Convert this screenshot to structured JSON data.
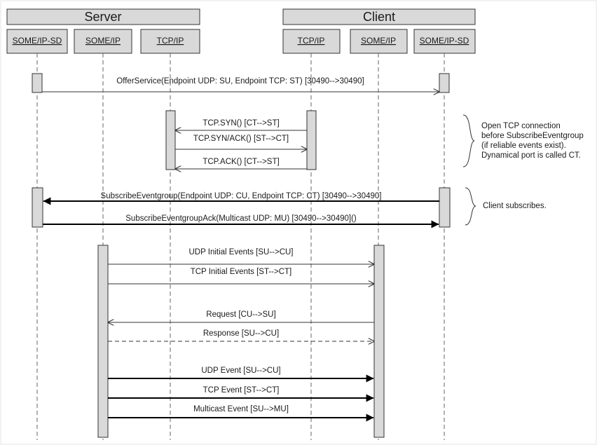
{
  "groups": {
    "server": "Server",
    "client": "Client"
  },
  "participants": {
    "server_sd": "SOME/IP-SD",
    "server_someip": "SOME/IP",
    "server_tcpip": "TCP/IP",
    "client_tcpip": "TCP/IP",
    "client_someip": "SOME/IP",
    "client_sd": "SOME/IP-SD"
  },
  "messages": {
    "offer": "OfferService(Endpoint UDP: SU, Endpoint TCP: ST) [30490-->30490]",
    "syn": "TCP.SYN() [CT-->ST]",
    "synack": "TCP.SYN/ACK() [ST-->CT]",
    "ack": "TCP.ACK() [CT-->ST]",
    "subscribe": "SubscribeEventgroup(Endpoint UDP: CU, Endpoint TCP: CT) [30490-->30490]",
    "subscribe_ack": "SubscribeEventgroupAck(Multicast UDP: MU) [30490-->30490]()",
    "udp_initial": "UDP Initial Events [SU-->CU]",
    "tcp_initial": "TCP Initial Events [ST-->CT]",
    "request": "Request [CU-->SU]",
    "response": "Response [SU-->CU]",
    "udp_event": "UDP Event [SU-->CU]",
    "tcp_event": "TCP Event [ST-->CT]",
    "multicast_event": "Multicast Event [SU-->MU]"
  },
  "notes": {
    "tcp": [
      "Open TCP connection",
      "before SubscribeEventgroup",
      "(if reliable events exist).",
      "Dynamical port is called CT."
    ],
    "subscribe": "Client subscribes."
  },
  "colors": {
    "box_fill": "#d9d9d9",
    "line": "#333333",
    "lifeline": "#666666"
  }
}
